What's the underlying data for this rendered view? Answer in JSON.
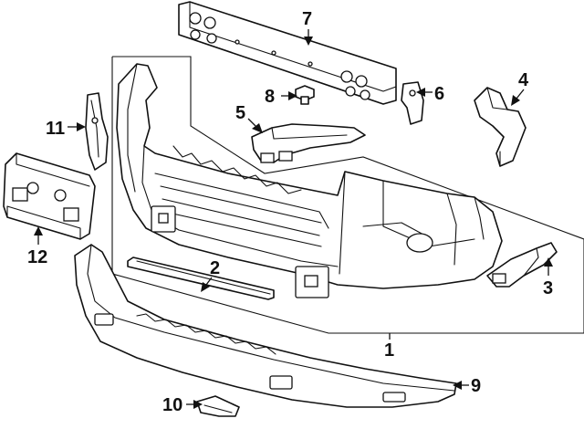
{
  "callouts": {
    "c1": "1",
    "c2": "2",
    "c3": "3",
    "c4": "4",
    "c5": "5",
    "c6": "6",
    "c7": "7",
    "c8": "8",
    "c9": "9",
    "c10": "10",
    "c11": "11",
    "c12": "12"
  },
  "colors": {
    "line": "#111111",
    "background": "#ffffff"
  }
}
